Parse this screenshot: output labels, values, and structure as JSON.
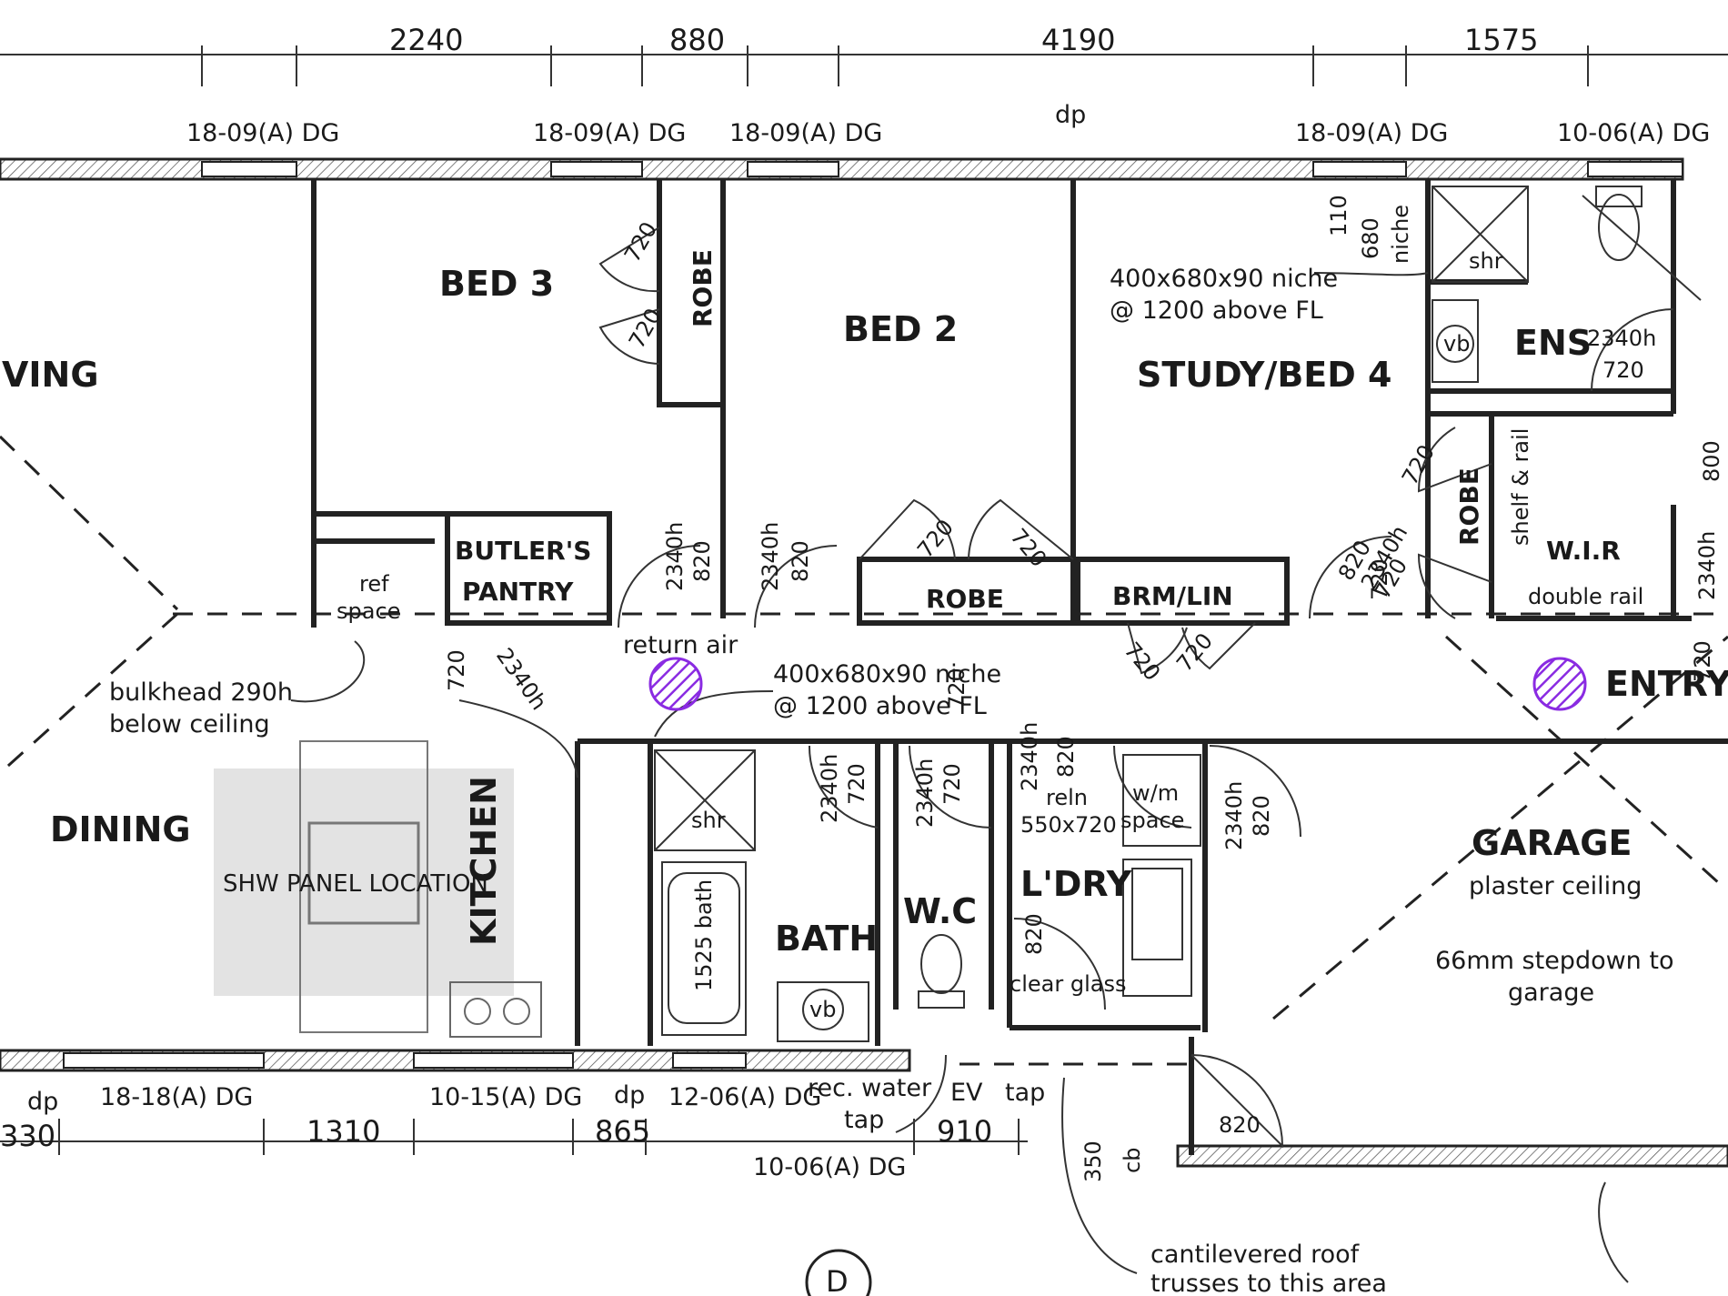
{
  "rooms": {
    "living": "VING",
    "bed3": "BED 3",
    "bed2": "BED 2",
    "study": "STUDY/BED 4",
    "ens": "ENS",
    "wir": "W.I.R",
    "dining": "DINING",
    "kitchen": "KITCHEN",
    "bath": "BATH",
    "wc": "W.C",
    "laundry": "L'DRY",
    "garage": "GARAGE",
    "entry": "ENTRY",
    "butlers_line1": "BUTLER'S",
    "butlers_line2": "PANTRY",
    "robe_bed3": "ROBE",
    "robe_bed2": "ROBE",
    "robe_master": "ROBE",
    "brm_lin": "BRM/LIN"
  },
  "top_dimensions": [
    "2240",
    "880",
    "4190",
    "1575"
  ],
  "bottom_dimensions": [
    "330",
    "1310",
    "865",
    "910"
  ],
  "windows_top": [
    "18-09(A) DG",
    "18-09(A) DG",
    "18-09(A) DG",
    "18-09(A) DG",
    "10-06(A) DG"
  ],
  "windows_bottom": [
    "18-18(A) DG",
    "10-15(A) DG",
    "12-06(A) DG",
    "10-06(A) DG"
  ],
  "downpipes": [
    "dp",
    "dp",
    "dp"
  ],
  "notes": {
    "niche_top": "400x680x90 niche",
    "niche_top_line2": "@ 1200 above FL",
    "niche_bath": "400x680x90 niche",
    "niche_bath_line2": "@ 1200 above FL",
    "bulkhead": "bulkhead 290h",
    "bulkhead_line2": "below ceiling",
    "return_air": "return air",
    "ref_space": "ref",
    "ref_space2": "space",
    "shw_panel": "SHW PANEL LOCATION",
    "garage_ceiling": "plaster ceiling",
    "stepdown": "66mm stepdown to",
    "stepdown2": "garage",
    "rec_water": "rec. water",
    "rec_water2": "tap",
    "ev": "EV",
    "tap": "tap",
    "cantilever": "cantilevered roof",
    "cantilever2": "trusses to this area",
    "clear_glass": "clear glass",
    "wm_space": "w/m",
    "wm_space2": "space",
    "bath_tub": "1525 bath",
    "shr": "shr",
    "shr2": "shr",
    "vb": "vb",
    "vb2": "vb",
    "niche_label": "niche",
    "shelf_rail": "shelf & rail",
    "double_rail": "double rail",
    "reln": "reln",
    "reln2": "550x720",
    "ens_h": "2340h",
    "ens_w": "720",
    "cb": "cb",
    "section_mark": "D"
  },
  "door_labels": {
    "d1": "720",
    "d2": "720",
    "d3": "2340h",
    "d4": "820",
    "d5": "2340h",
    "d6": "820",
    "d7": "720",
    "d8": "720",
    "d9": "720",
    "d10": "720",
    "d11": "720",
    "d12": "720",
    "d13": "2340h",
    "d14": "820",
    "d15": "2340h",
    "d16": "720",
    "d17": "2340h",
    "d18": "720",
    "d19": "2340h",
    "d20": "820",
    "d21": "2340h",
    "d22": "820",
    "d23": "820",
    "d24": "820",
    "d25": "2340h",
    "d26": "720",
    "d27": "800",
    "d28": "2340h",
    "d29": "720",
    "d30": "720",
    "d31": "110",
    "d32": "680",
    "d33": "350",
    "d34": "720"
  },
  "colors": {
    "hvac_marker": "#8a2be2",
    "ink": "#222222",
    "panel": "#e2e2e2"
  }
}
